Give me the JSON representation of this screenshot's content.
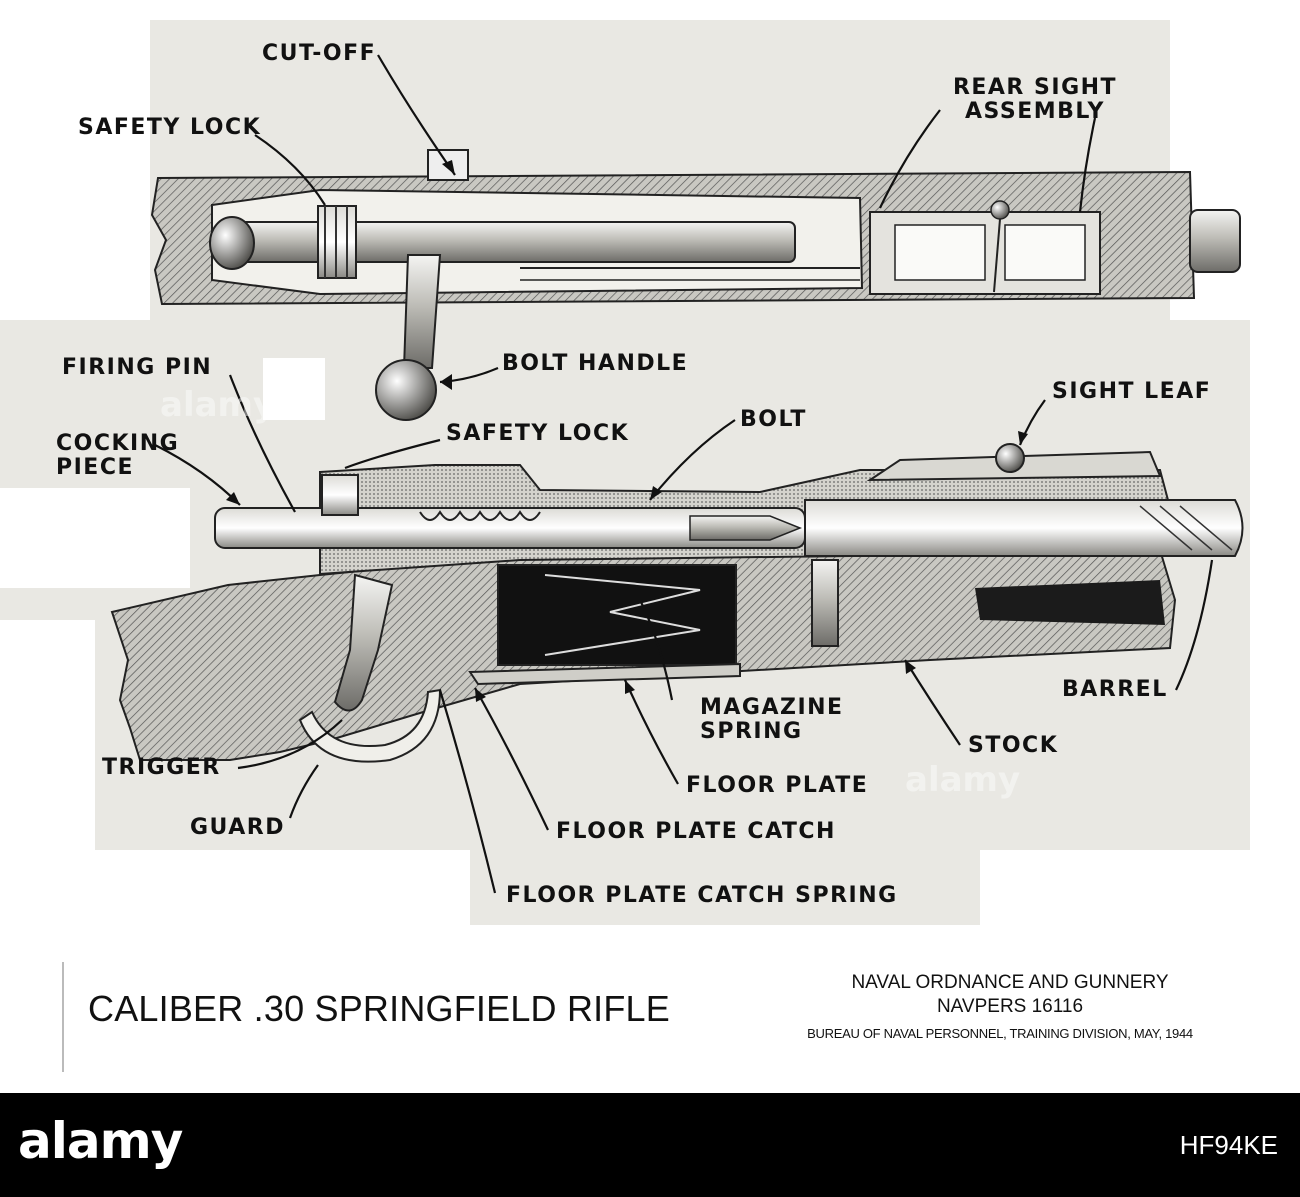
{
  "labels": {
    "cut_off": "CUT-OFF",
    "safety_lock_top": "SAFETY LOCK",
    "rear_sight_assembly": "REAR SIGHT ASSEMBLY",
    "bolt_handle": "BOLT HANDLE",
    "firing_pin": "FIRING PIN",
    "sight_leaf": "SIGHT LEAF",
    "cocking_piece": "COCKING PIECE",
    "safety_lock_lower": "SAFETY LOCK",
    "bolt": "BOLT",
    "magazine_spring": "MAGAZINE SPRING",
    "barrel": "BARREL",
    "stock": "STOCK",
    "trigger": "TRIGGER",
    "floor_plate": "FLOOR PLATE",
    "guard": "GUARD",
    "floor_plate_catch": "FLOOR PLATE CATCH",
    "floor_plate_catch_spring": "FLOOR PLATE CATCH SPRING"
  },
  "caption": {
    "title": "CALIBER .30 SPRINGFIELD RIFLE",
    "credit_line1": "NAVAL ORDNANCE AND GUNNERY",
    "credit_line2": "NAVPERS 16116",
    "credit_line3": "BUREAU OF NAVAL PERSONNEL,   TRAINING DIVISION,  MAY, 1944"
  },
  "footer": {
    "logo": "alamy",
    "image_id": "HF94KE",
    "background": "#000000"
  },
  "watermark": "alamy"
}
